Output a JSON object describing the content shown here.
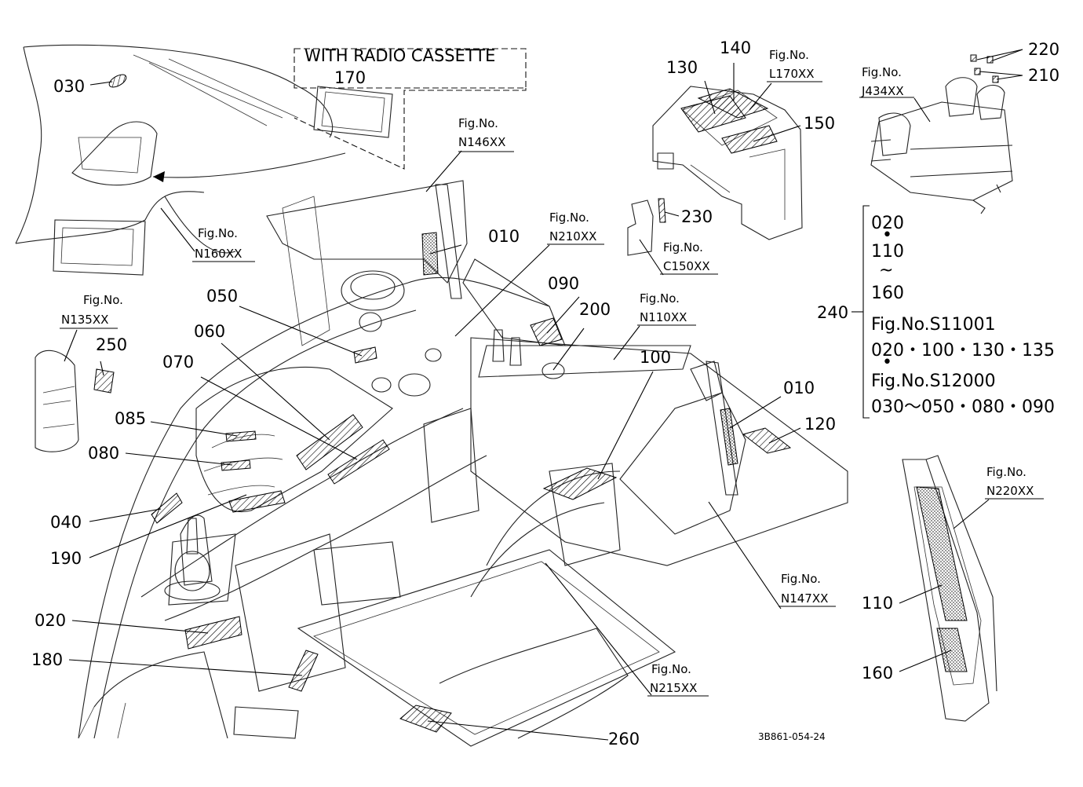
{
  "banner": "WITH RADIO CASSETTE",
  "drawing_number": "3B861-054-24",
  "fig_refs": [
    "Fig.No.",
    "N146XX",
    "N160XX",
    "N135XX",
    "N210XX",
    "N110XX",
    "L170XX",
    "C150XX",
    "J434XX",
    "N147XX",
    "N220XX",
    "N215XX"
  ],
  "callouts": [
    "030",
    "170",
    "010",
    "050",
    "060",
    "070",
    "085",
    "080",
    "040",
    "190",
    "020",
    "180",
    "250",
    "090",
    "200",
    "100",
    "120",
    "260",
    "130",
    "140",
    "150",
    "230",
    "220",
    "210",
    "240",
    "110",
    "160"
  ],
  "side_note": [
    "020",
    "•",
    "110",
    "~",
    "160",
    "Fig.No.S11001",
    "020・100・130・135",
    "•",
    "Fig.No.S12000",
    "030～050・080・090"
  ]
}
